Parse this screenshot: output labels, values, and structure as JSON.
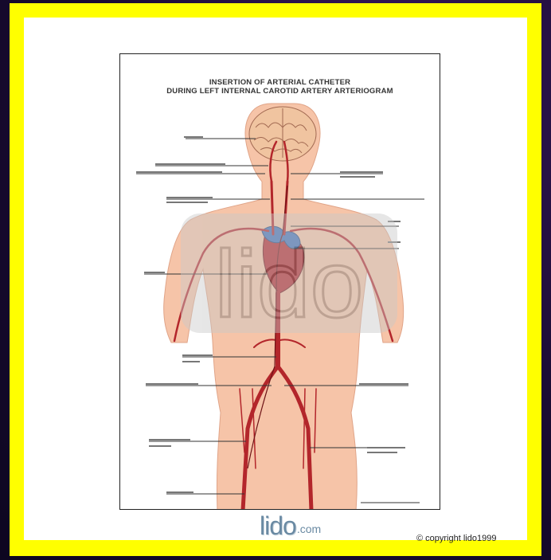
{
  "figure": {
    "title_line1": "INSERTION OF ARTERIAL CATHETER",
    "title_line2": "DURING LEFT INTERNAL CAROTID ARTERY ARTERIOGRAM"
  },
  "watermark": {
    "text": "lido"
  },
  "footer": {
    "logo_brand": "lido",
    "logo_domain": ".com",
    "copyright": "© copyright lido1999"
  },
  "colors": {
    "frame": "#ffff00",
    "background": "#1a0b33",
    "skin": "#f6c4a8",
    "artery": "#b3262b",
    "heart_vein": "#3f6fb8"
  }
}
